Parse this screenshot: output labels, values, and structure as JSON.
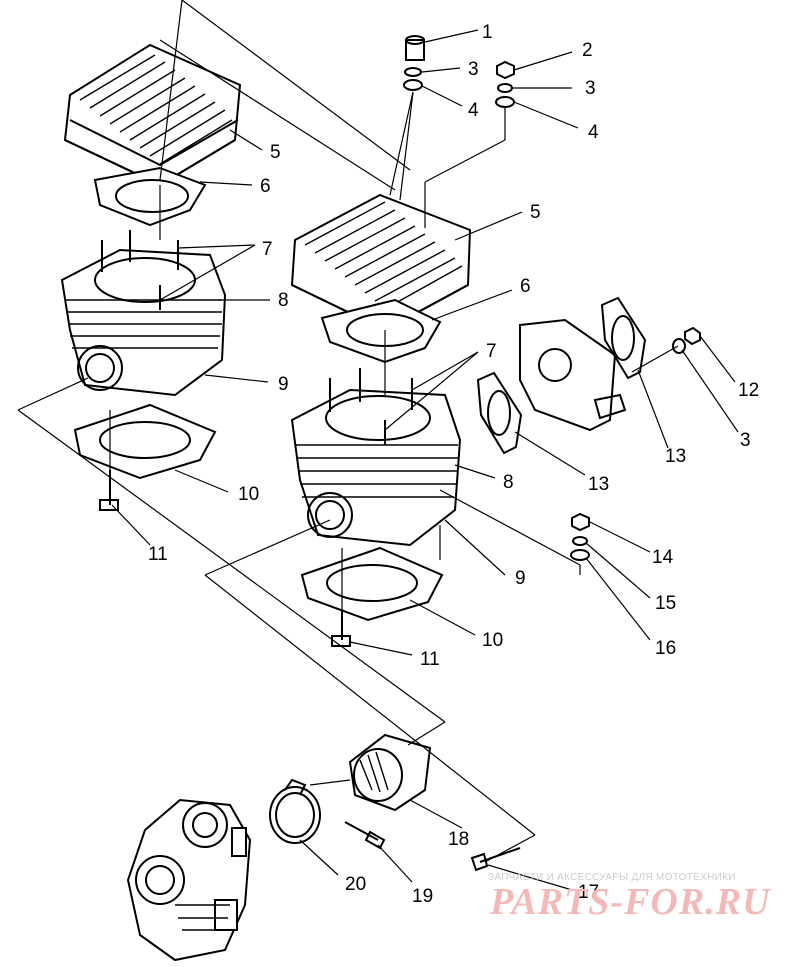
{
  "callouts": [
    {
      "id": "c1",
      "text": "1"
    },
    {
      "id": "c2",
      "text": "2"
    },
    {
      "id": "c3a",
      "text": "3"
    },
    {
      "id": "c3b",
      "text": "3"
    },
    {
      "id": "c4a",
      "text": "4"
    },
    {
      "id": "c4b",
      "text": "4"
    },
    {
      "id": "c5a",
      "text": "5"
    },
    {
      "id": "c5b",
      "text": "5"
    },
    {
      "id": "c6a",
      "text": "6"
    },
    {
      "id": "c6b",
      "text": "6"
    },
    {
      "id": "c7a",
      "text": "7"
    },
    {
      "id": "c7b",
      "text": "7"
    },
    {
      "id": "c8a",
      "text": "8"
    },
    {
      "id": "c8b",
      "text": "8"
    },
    {
      "id": "c9a",
      "text": "9"
    },
    {
      "id": "c9b",
      "text": "9"
    },
    {
      "id": "c10a",
      "text": "10"
    },
    {
      "id": "c10b",
      "text": "10"
    },
    {
      "id": "c11a",
      "text": "11"
    },
    {
      "id": "c11b",
      "text": "11"
    },
    {
      "id": "c12",
      "text": "12"
    },
    {
      "id": "c13a",
      "text": "13"
    },
    {
      "id": "c13b",
      "text": "13"
    },
    {
      "id": "c3c",
      "text": "3"
    },
    {
      "id": "c14",
      "text": "14"
    },
    {
      "id": "c15",
      "text": "15"
    },
    {
      "id": "c16",
      "text": "16"
    },
    {
      "id": "c17",
      "text": "17"
    },
    {
      "id": "c18",
      "text": "18"
    },
    {
      "id": "c19",
      "text": "19"
    },
    {
      "id": "c20",
      "text": "20"
    }
  ],
  "watermark": {
    "tagline": "ЗАПЧАСТИ И АКСЕССУАРЫ ДЛЯ МОТОТЕХНИКИ",
    "logo": "PARTS-FOR.RU",
    "color": "#f3b9b9"
  }
}
